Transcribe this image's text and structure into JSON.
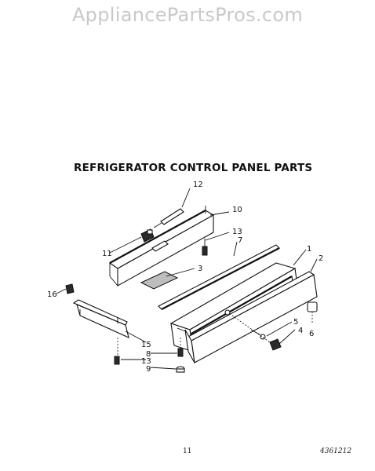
{
  "watermark": "AppliancePartsPros.com",
  "title": "REFRIGERATOR CONTROL PANEL PARTS",
  "callouts": {
    "c1": "1",
    "c2": "2",
    "c3": "3",
    "c4": "4",
    "c5": "5",
    "c6": "6",
    "c7": "7",
    "c8": "8",
    "c9": "9",
    "c10": "10",
    "c11": "11",
    "c12": "12",
    "c13a": "13",
    "c13b": "13",
    "c15": "15",
    "c16": "16"
  },
  "footer": {
    "page_number": "11",
    "document_number": "4361212"
  }
}
